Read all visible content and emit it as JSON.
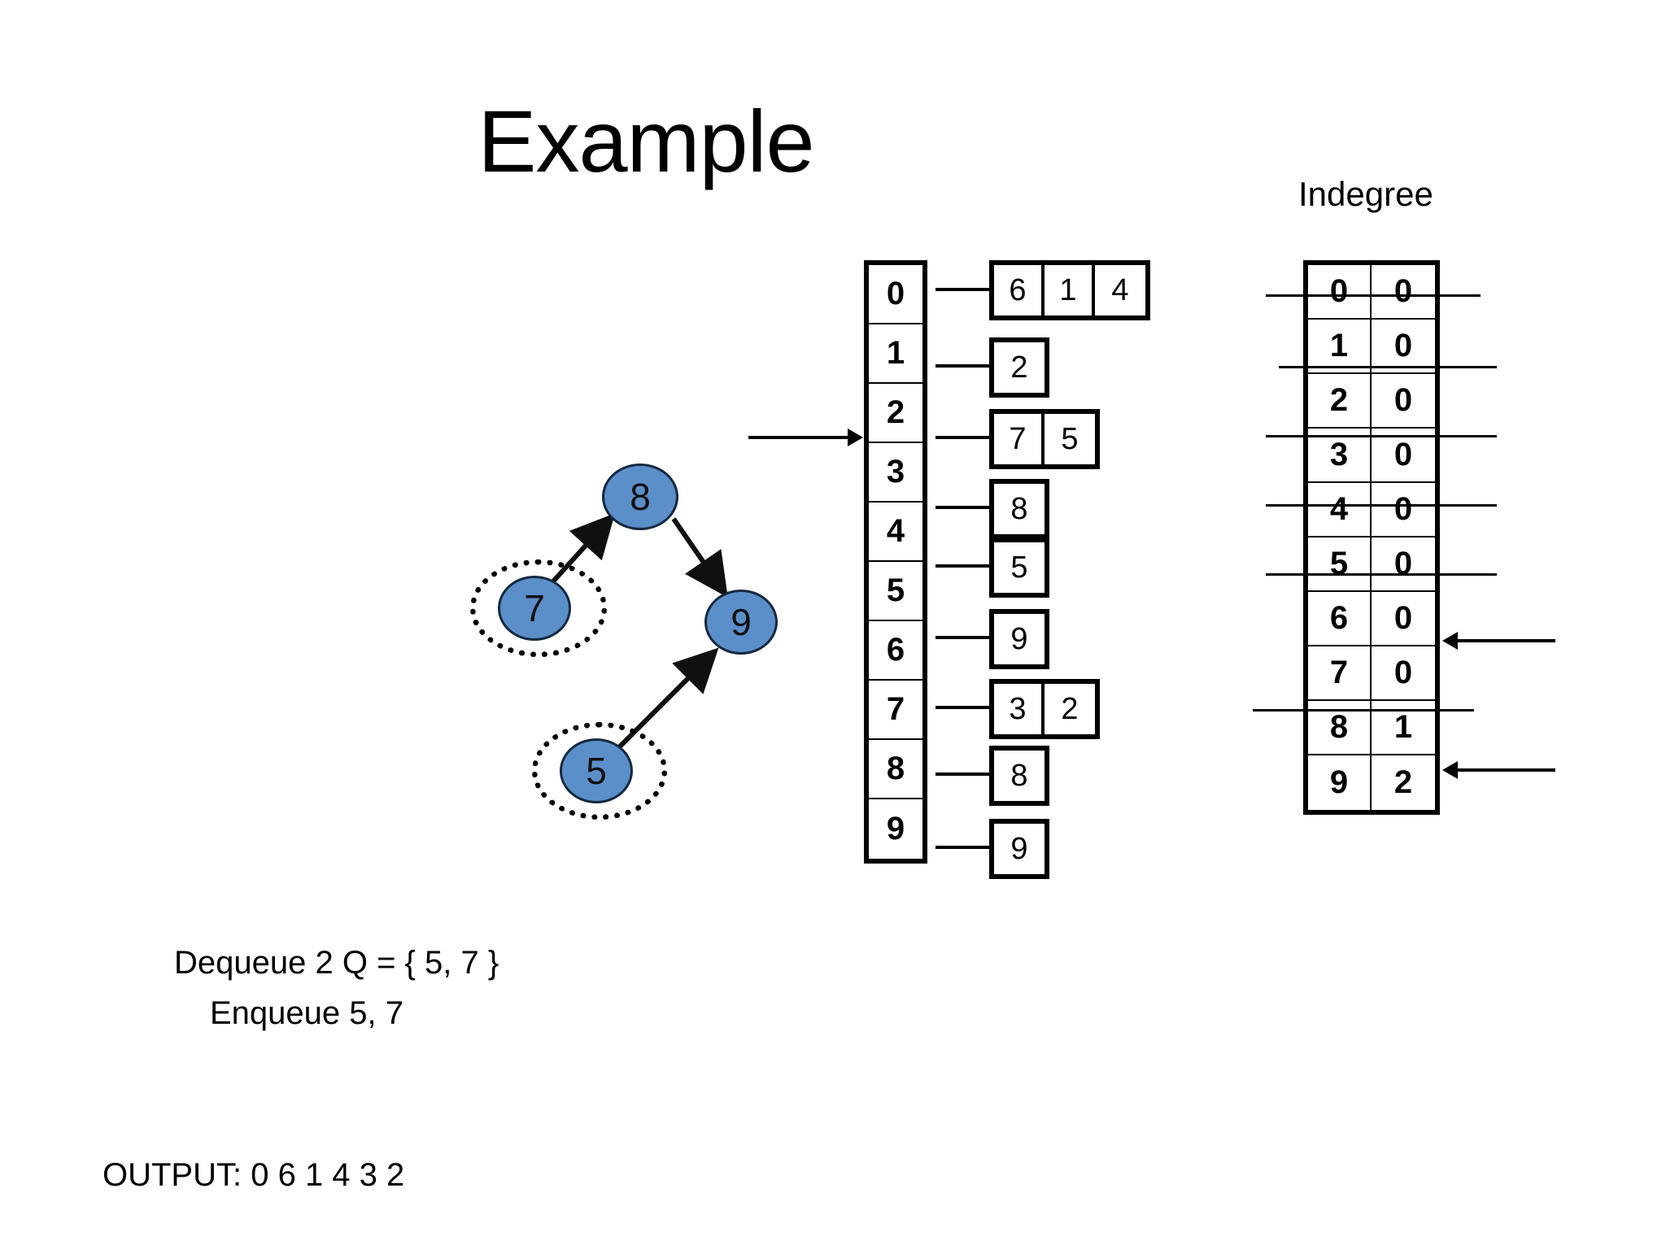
{
  "slide": {
    "title": "Example",
    "indegree_heading": "Indegree"
  },
  "graph": {
    "nodes": [
      {
        "id": "8",
        "label": "8",
        "highlighted": false
      },
      {
        "id": "7",
        "label": "7",
        "highlighted": true
      },
      {
        "id": "9",
        "label": "9",
        "highlighted": false
      },
      {
        "id": "5",
        "label": "5",
        "highlighted": true
      }
    ],
    "edges": [
      {
        "from": "7",
        "to": "8"
      },
      {
        "from": "8",
        "to": "9"
      },
      {
        "from": "5",
        "to": "9"
      }
    ]
  },
  "adjacency": {
    "indices": [
      "0",
      "1",
      "2",
      "3",
      "4",
      "5",
      "6",
      "7",
      "8",
      "9"
    ],
    "lists": [
      [
        "6",
        "1",
        "4"
      ],
      [
        "2"
      ],
      [
        "7",
        "5"
      ],
      [
        "8"
      ],
      [
        "5"
      ],
      [
        "9"
      ],
      [
        "3",
        "2"
      ],
      [
        "8"
      ],
      [
        "9"
      ],
      []
    ],
    "pointer_target_index": "2"
  },
  "indegree": {
    "rows": [
      {
        "vertex": "0",
        "value": "0",
        "crossed": true
      },
      {
        "vertex": "1",
        "value": "0",
        "crossed": true
      },
      {
        "vertex": "2",
        "value": "0",
        "crossed": true
      },
      {
        "vertex": "3",
        "value": "0",
        "crossed": true
      },
      {
        "vertex": "4",
        "value": "0",
        "crossed": true
      },
      {
        "vertex": "5",
        "value": "0",
        "crossed": false
      },
      {
        "vertex": "6",
        "value": "0",
        "crossed": true
      },
      {
        "vertex": "7",
        "value": "0",
        "crossed": false
      },
      {
        "vertex": "8",
        "value": "1",
        "crossed": false
      },
      {
        "vertex": "9",
        "value": "2",
        "crossed": false
      }
    ],
    "marker_arrows": [
      "5",
      "7"
    ]
  },
  "status": {
    "line1": "Dequeue 2  Q = { 5, 7 }",
    "line2": "Enqueue 5, 7",
    "output": "OUTPUT:  0 6 1 4 3 2"
  },
  "colors": {
    "node_fill": "#5B8FC9",
    "node_stroke": "#15293f",
    "ink": "#000000",
    "background": "#ffffff"
  }
}
